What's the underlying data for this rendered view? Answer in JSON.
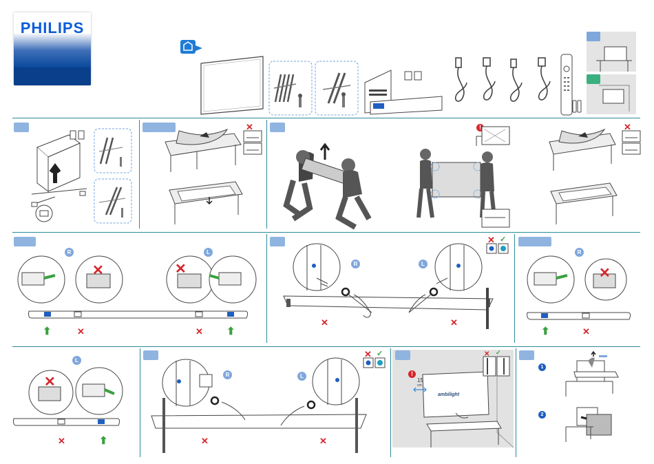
{
  "brand": {
    "name": "PHILIPS",
    "color": "#0b5ed7",
    "band_color": "#0a3f8c"
  },
  "accent_color": "#2a8a9a",
  "step_color": "#8fb4e0",
  "side_labels": {
    "right": "R",
    "left": "L"
  },
  "marks": {
    "wrong": "✕",
    "right": "✓",
    "warning": "!",
    "up_arrow": "⬆"
  },
  "wall_distance": {
    "value": "15",
    "unit": "cm"
  },
  "ambilight_label": "ambilight",
  "substeps": {
    "first": "1",
    "second": "2"
  },
  "icons": [
    "box-icon",
    "tv-panel-icon",
    "stand-legs-icon",
    "screw-icon",
    "manual-icon",
    "power-cord-icon",
    "remote-control-icon",
    "batteries-icon",
    "table-mount-icon",
    "wall-mount-icon"
  ]
}
